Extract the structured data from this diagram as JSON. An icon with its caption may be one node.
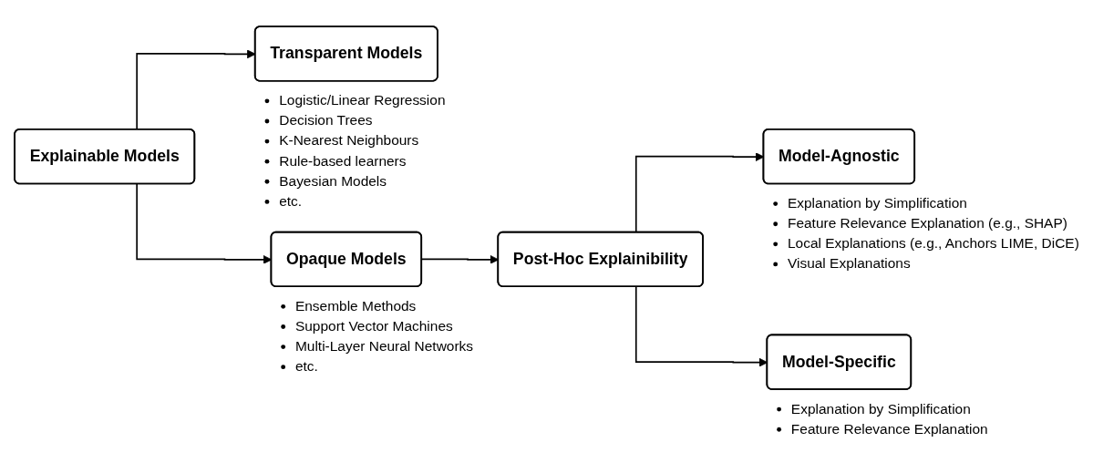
{
  "diagram": {
    "nodes": [
      {
        "text": [
          "Explainable Models"
        ]
      },
      {
        "text": [
          "Transparent Models"
        ],
        "beside": [
          "Logistic/Linear Regression",
          "Decision Trees",
          "K-Nearest Neighbours",
          "Rule-based learners",
          "Bayesian Models",
          "etc."
        ]
      },
      {
        "text": [
          "Opaque Models"
        ],
        "beside": [
          "Ensemble Methods",
          "Support Vector Machines",
          "Multi-Layer Neural Networks",
          "etc."
        ]
      },
      {
        "text": [
          "Post-Hoc Explainibility"
        ]
      },
      {
        "text": [
          "Model-Agnostic"
        ],
        "beside": [
          "Explanation by Simplification",
          "Feature Relevance Explanation (e.g., SHAP)",
          "Local Explanations (e.g., Anchors LIME, DiCE)",
          "Visual Explanations"
        ]
      },
      {
        "text": [
          "Model-Specific"
        ],
        "beside": [
          "Explanation by Simplification",
          "Feature Relevance Explanation"
        ]
      }
    ],
    "edges": [
      {
        "from": 0,
        "to": 1,
        "arrow": "to"
      },
      {
        "from": 0,
        "to": 2,
        "arrow": "to"
      },
      {
        "from": 2,
        "to": 3,
        "arrow": "to"
      },
      {
        "from": 3,
        "to": 4,
        "arrow": "to"
      },
      {
        "from": 3,
        "to": 5,
        "arrow": "to"
      }
    ]
  }
}
